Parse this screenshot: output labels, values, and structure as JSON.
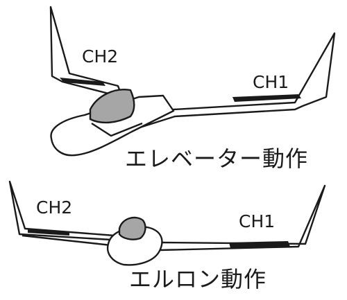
{
  "top_figure": {
    "ch2_label": "CH2",
    "ch1_label": "CH1",
    "caption": "エレベーター動作"
  },
  "bottom_figure": {
    "ch2_label": "CH2",
    "ch1_label": "CH1",
    "caption": "エルロン動作"
  },
  "colors": {
    "line": "#1a1a1a",
    "canopy": "#a6a6a6",
    "surface": "#1a1a1a",
    "background": "#ffffff"
  }
}
